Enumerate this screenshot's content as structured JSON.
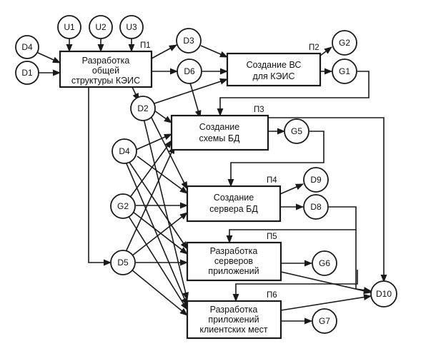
{
  "processes": {
    "p1": {
      "label": "П1",
      "lines": [
        "Разработка",
        "общей",
        "структуры КЭИС"
      ]
    },
    "p2": {
      "label": "П2",
      "lines": [
        "Создание ВС",
        "для  КЭИС"
      ]
    },
    "p3": {
      "label": "П3",
      "lines": [
        "Создание",
        "схемы БД"
      ]
    },
    "p4": {
      "label": "П4",
      "lines": [
        "Создание",
        "сервера БД"
      ]
    },
    "p5": {
      "label": "П5",
      "lines": [
        "Разработка",
        "серверов",
        "приложений"
      ]
    },
    "p6": {
      "label": "П6",
      "lines": [
        "Разработка",
        "приложений",
        "клиентских   мест"
      ]
    }
  },
  "nodes": {
    "u1": "U1",
    "u2": "U2",
    "u3": "U3",
    "d1": "D1",
    "d2": "D2",
    "d3": "D3",
    "d4a": "D4",
    "d4b": "D4",
    "d5": "D5",
    "d6": "D6",
    "d8": "D8",
    "d9": "D9",
    "d10": "D10",
    "g1": "G1",
    "g2a": "G2",
    "g2b": "G2",
    "g5": "G5",
    "g6": "G6",
    "g7": "G7"
  }
}
